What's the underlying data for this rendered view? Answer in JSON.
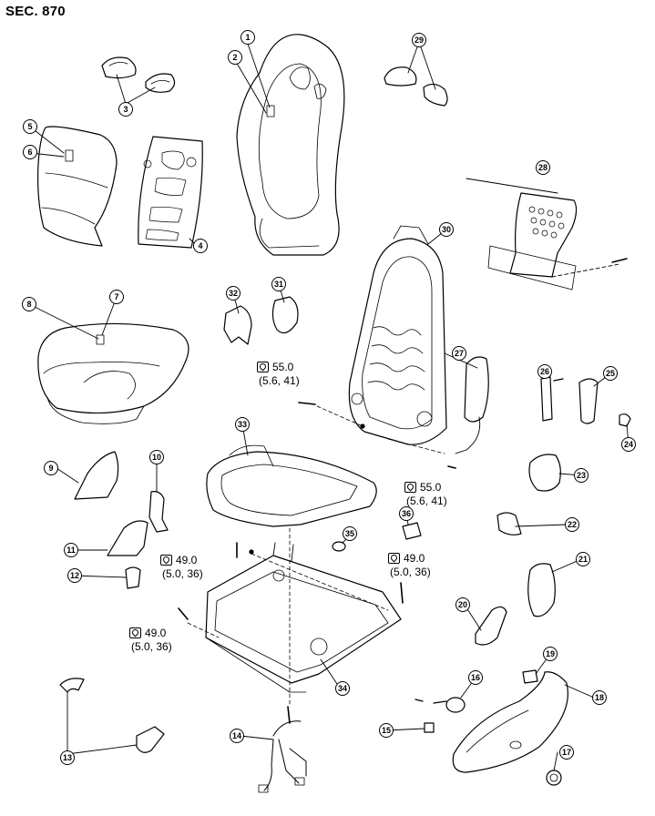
{
  "title": "SEC. 870",
  "torques": [
    {
      "value": "55.0",
      "sub": "(5.6, 41)"
    },
    {
      "value": "55.0",
      "sub": "(5.6, 41)"
    },
    {
      "value": "49.0",
      "sub": "(5.0, 36)"
    },
    {
      "value": "49.0",
      "sub": "(5.0, 36)"
    },
    {
      "value": "49.0",
      "sub": "(5.0, 36)"
    }
  ],
  "callouts": [
    "1",
    "2",
    "3",
    "4",
    "5",
    "6",
    "7",
    "8",
    "9",
    "10",
    "11",
    "12",
    "13",
    "14",
    "15",
    "16",
    "17",
    "18",
    "19",
    "20",
    "21",
    "22",
    "23",
    "24",
    "25",
    "26",
    "27",
    "28",
    "29",
    "30",
    "31",
    "32",
    "33",
    "34",
    "35",
    "36"
  ]
}
